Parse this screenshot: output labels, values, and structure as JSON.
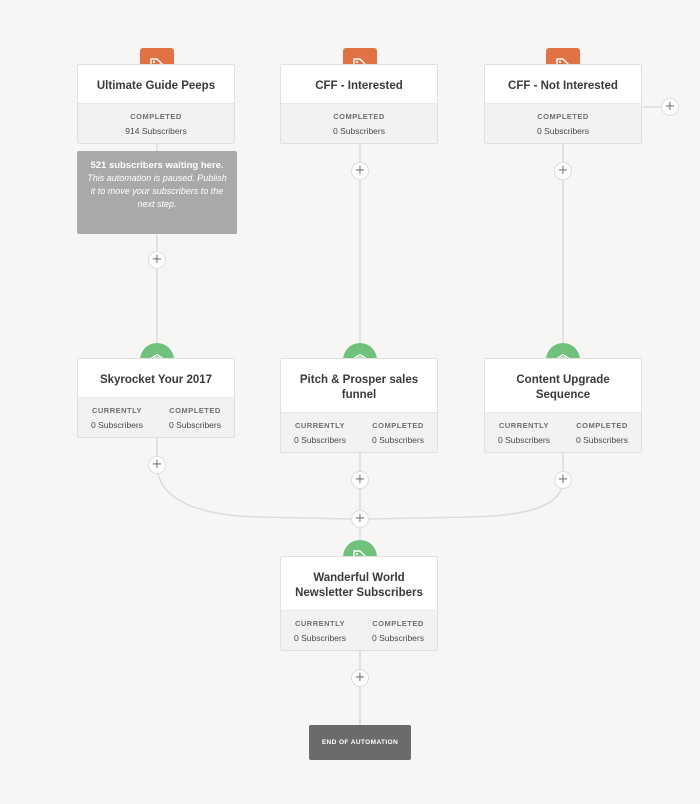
{
  "colors": {
    "tag_accent": "#e07244",
    "email_accent": "#6fc17c",
    "background": "#f7f6f4",
    "paused_bg": "#a9a9a9",
    "end_bg": "#6b6b6b",
    "connector": "#dcdcdc"
  },
  "tag_nodes": [
    {
      "title": "Ultimate Guide Peeps",
      "badge_icon": "tag-icon",
      "stat_label": "Completed",
      "stat_value": "914 Subscribers"
    },
    {
      "title": "CFF - Interested",
      "badge_icon": "tag-icon",
      "stat_label": "Completed",
      "stat_value": "0 Subscribers"
    },
    {
      "title": "CFF - Not Interested",
      "badge_icon": "tag-icon",
      "stat_label": "Completed",
      "stat_value": "0 Subscribers"
    }
  ],
  "paused_notice": {
    "title": "521 subscribers waiting here.",
    "message": "This automation is paused. Publish it to move your subscribers to the next step."
  },
  "sequence_nodes": [
    {
      "title": "Skyrocket Your 2017",
      "badge_icon": "envelope-icon",
      "currently_label": "Currently",
      "currently_value": "0 Subscribers",
      "completed_label": "Completed",
      "completed_value": "0 Subscribers"
    },
    {
      "title": "Pitch & Prosper sales funnel",
      "badge_icon": "envelope-icon",
      "currently_label": "Currently",
      "currently_value": "0 Subscribers",
      "completed_label": "Completed",
      "completed_value": "0 Subscribers"
    },
    {
      "title": "Content Upgrade Sequence",
      "badge_icon": "envelope-icon",
      "currently_label": "Currently",
      "currently_value": "0 Subscribers",
      "completed_label": "Completed",
      "completed_value": "0 Subscribers"
    }
  ],
  "final_node": {
    "title": "Wanderful World Newsletter Subscribers",
    "badge_icon": "tag-icon",
    "currently_label": "Currently",
    "currently_value": "0 Subscribers",
    "completed_label": "Completed",
    "completed_value": "0 Subscribers"
  },
  "add_step_label": "+",
  "end_label": "End of Automation"
}
